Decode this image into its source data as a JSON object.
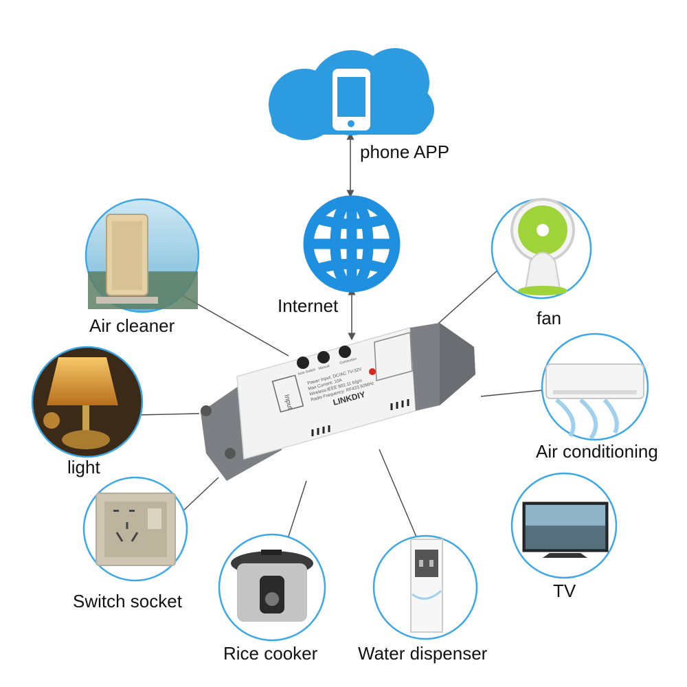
{
  "labels": {
    "phone_app": "phone APP",
    "internet": "Internet",
    "air_cleaner": "Air cleaner",
    "fan": "fan",
    "light": "light",
    "air_conditioning": "Air conditioning",
    "switch_socket": "Switch socket",
    "tv": "TV",
    "rice_cooker": "Rice cooker",
    "water_dispenser": "Water dispenser"
  },
  "device": {
    "brand": "LINKDIY",
    "input_label": "Input",
    "spec_lines": [
      "Power Input: DC/AC 7V-32V",
      "Max Current: 10A",
      "Wireless:IEEE 802.11 b/g/n",
      "Radio Frequency: RF433.92MHz"
    ],
    "button_labels": [
      "Auto Switch",
      "Manual",
      "Connection"
    ]
  },
  "colors": {
    "cloud": "#2d9be0",
    "globe": "#1f8fe0",
    "circle_stroke": "#3aa8e8",
    "connector": "#444444"
  }
}
